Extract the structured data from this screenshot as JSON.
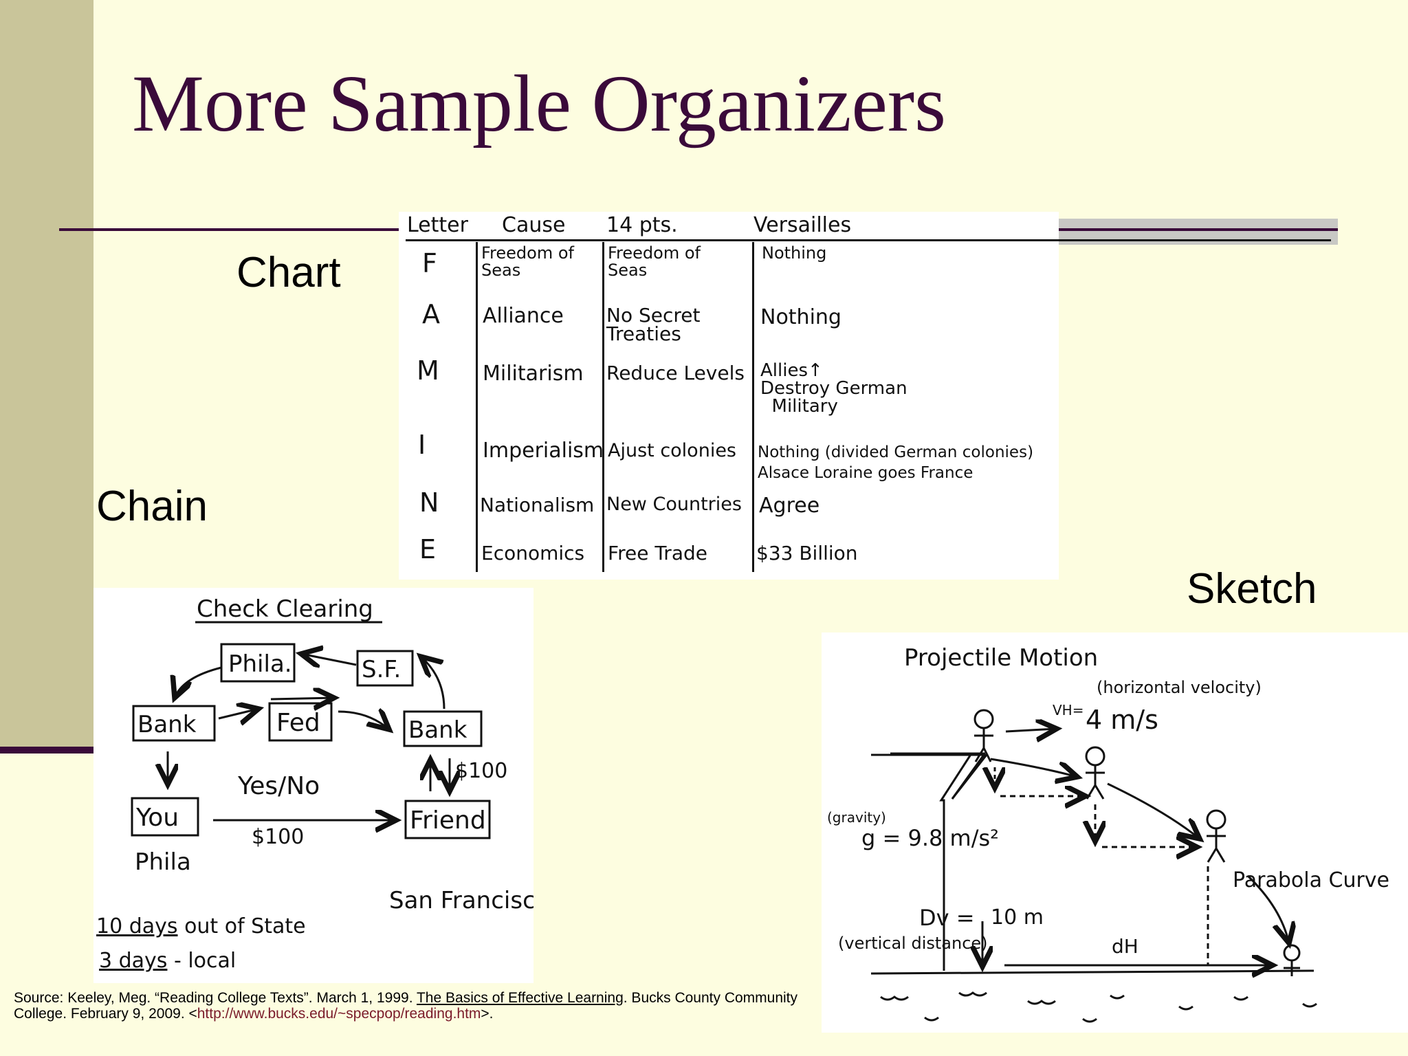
{
  "slide": {
    "title": "More Sample Organizers",
    "labels": {
      "chart": "Chart",
      "chain": "Chain",
      "sketch": "Sketch"
    },
    "colors": {
      "background": "#fdfde0",
      "sidebar": "#c9c59a",
      "accent": "#3a0a3a",
      "rule_grey": "#c8c8c4"
    }
  },
  "chart_image": {
    "headers": [
      "Letter",
      "Cause",
      "14 pts.",
      "Versailles"
    ],
    "rows": [
      {
        "letter": "F",
        "cause": "Freedom of\nSeas",
        "points": "Freedom of\nSeas",
        "versailles": "Nothing"
      },
      {
        "letter": "A",
        "cause": "Alliance",
        "points": "No Secret\nTreaties",
        "versailles": "Nothing"
      },
      {
        "letter": "M",
        "cause": "Militarism",
        "points": "Reduce Levels",
        "versailles": "Allies↑\nDestroy German\n  Military"
      },
      {
        "letter": "I",
        "cause": "Imperialism",
        "points": "Ajust colonies",
        "versailles": "Nothing (divided German colonies)\nAlsace Loraine goes France"
      },
      {
        "letter": "N",
        "cause": "Nationalism",
        "points": "New Countries",
        "versailles": "Agree"
      },
      {
        "letter": "E",
        "cause": "Economics",
        "points": "Free Trade",
        "versailles": "$33 Billion"
      }
    ]
  },
  "chain_image": {
    "title": "Check Clearing",
    "nodes": {
      "phila": "Phila.",
      "sf": "S.F.",
      "bank_left": "Bank",
      "fed": "Fed",
      "bank_right": "Bank",
      "you": "You",
      "friend": "Friend"
    },
    "yes_no": "Yes/No",
    "amount_right": "$100",
    "amount_bottom": "$100",
    "place_left": "Phila",
    "place_right": "San Francisco",
    "note_1_underlined": "10 days",
    "note_1_rest": " out of State",
    "note_2_underlined": "3 days",
    "note_2_rest": " - local"
  },
  "sketch_image": {
    "title": "Projectile Motion",
    "horizontal_velocity_note": "(horizontal velocity)",
    "vh_label": "VH=",
    "vh_value": "4 m/s",
    "gravity_note": "(gravity)",
    "gravity_value": "g = 9.8 m/s²",
    "parabola_label": "Parabola Curve",
    "dv_label": "Dv = ",
    "dv_value": "10 m",
    "vertical_note": "(vertical distance)",
    "dh_label": "dH"
  },
  "source": {
    "prefix": "Source:  Keeley, Meg.  “Reading College Texts”.   March 1, 1999. ",
    "book": "The Basics of  Effective Learning",
    "middle": ".  Bucks County Community  College.  February 9, 2009.  <",
    "url": "http://www.bucks.edu/~specpop/reading.htm",
    "suffix": ">."
  }
}
